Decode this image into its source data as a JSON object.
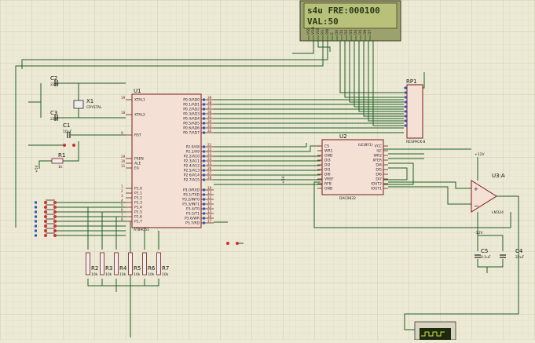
{
  "lcd": {
    "line1": "s4u FRE:000100",
    "line2": "VAL:50"
  },
  "lcd_pins": [
    "VSS",
    "VDD",
    "VEE",
    "RS",
    "RW",
    "E",
    "D0",
    "D1",
    "D2",
    "D3",
    "D4",
    "D5",
    "D6",
    "D7"
  ],
  "u1": {
    "ref": "U1",
    "part": "AT89C51",
    "left_pins": [
      "XTAL1",
      "XTAL2",
      "RST",
      "PSEN",
      "ALE",
      "EA",
      "P1.0",
      "P1.1",
      "P1.2",
      "P1.3",
      "P1.4",
      "P1.5",
      "P1.6",
      "P1.7"
    ],
    "left_nums": [
      "19",
      "18",
      "9",
      "29",
      "30",
      "31",
      "1",
      "2",
      "3",
      "4",
      "5",
      "6",
      "7",
      "8"
    ],
    "right_top": [
      "P0.0/AD0",
      "P0.1/AD1",
      "P0.2/AD2",
      "P0.3/AD3",
      "P0.4/AD4",
      "P0.5/AD5",
      "P0.6/AD6",
      "P0.7/AD7"
    ],
    "right_top_nums": [
      "39",
      "38",
      "37",
      "36",
      "35",
      "34",
      "33",
      "32"
    ],
    "right_mid": [
      "P2.0/A8",
      "P2.1/A9",
      "P2.2/A10",
      "P2.3/A11",
      "P2.4/A12",
      "P2.5/A13",
      "P2.6/A14",
      "P2.7/A15"
    ],
    "right_mid_nums": [
      "21",
      "22",
      "23",
      "24",
      "25",
      "26",
      "27",
      "28"
    ],
    "right_bot": [
      "P3.0/RXD",
      "P3.1/TXD",
      "P3.2/INT0",
      "P3.3/INT1",
      "P3.4/T0",
      "P3.5/T1",
      "P3.6/WR",
      "P3.7/RD"
    ],
    "right_bot_nums": [
      "10",
      "11",
      "12",
      "13",
      "14",
      "15",
      "16",
      "17"
    ]
  },
  "u2": {
    "ref": "U2",
    "part": "DAC0832",
    "title": "ILE(BY1)",
    "left_pins": [
      "CS",
      "WR1",
      "GND",
      "DI3",
      "DI2",
      "DI1",
      "DI0",
      "VREF",
      "RFB",
      "GND"
    ],
    "right_pins": [
      "VCC",
      "ILE",
      "WR2",
      "XFER",
      "DI4",
      "DI5",
      "DI6",
      "DI7",
      "IOUT2",
      "IOUT1"
    ]
  },
  "u3": {
    "ref": "U3:A",
    "part": "LM324"
  },
  "rp1": {
    "ref": "RP1",
    "part": "RESPACK-8"
  },
  "x1": {
    "ref": "X1",
    "part": "CRYSTAL"
  },
  "caps": [
    {
      "ref": "C2",
      "value": "22pF"
    },
    {
      "ref": "C3",
      "value": "22pF"
    },
    {
      "ref": "C1",
      "value": "10uF"
    },
    {
      "ref": "C5",
      "value": "0.1uF"
    },
    {
      "ref": "C4",
      "value": "22uF"
    }
  ],
  "r1": {
    "ref": "R1",
    "value": "1k"
  },
  "resistors": [
    {
      "ref": "R2",
      "value": "10k"
    },
    {
      "ref": "R3",
      "value": "10k"
    },
    {
      "ref": "R4",
      "value": "10k"
    },
    {
      "ref": "R5",
      "value": "10k"
    },
    {
      "ref": "R6",
      "value": "10k"
    },
    {
      "ref": "R7",
      "value": "10k"
    }
  ],
  "supply": {
    "plus12": "+12V",
    "minus12": "-12V",
    "plus5": "+5V"
  }
}
